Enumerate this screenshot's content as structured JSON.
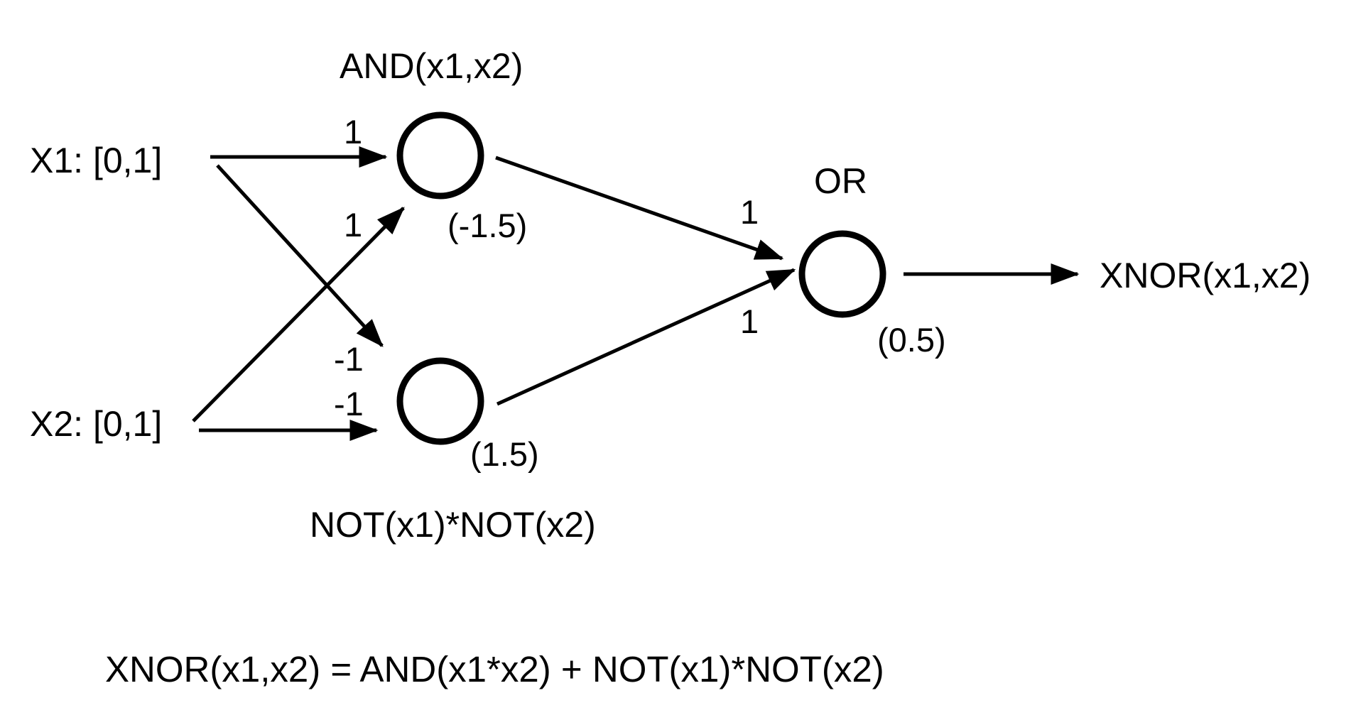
{
  "inputs": {
    "x1": "X1: [0,1]",
    "x2": "X2: [0,1]"
  },
  "nodes": {
    "and": {
      "label": "AND(x1,x2)",
      "bias": "(-1.5)"
    },
    "nor": {
      "label": "NOT(x1)*NOT(x2)",
      "bias": "(1.5)"
    },
    "or": {
      "label": "OR",
      "bias": "(0.5)"
    }
  },
  "weights": {
    "x1_to_and": "1",
    "x2_to_and": "1",
    "x1_to_nor": "-1",
    "x2_to_nor": "-1",
    "and_to_or": "1",
    "nor_to_or": "1"
  },
  "output": {
    "label": "XNOR(x1,x2)"
  },
  "formula": "XNOR(x1,x2) = AND(x1*x2) + NOT(x1)*NOT(x2)"
}
